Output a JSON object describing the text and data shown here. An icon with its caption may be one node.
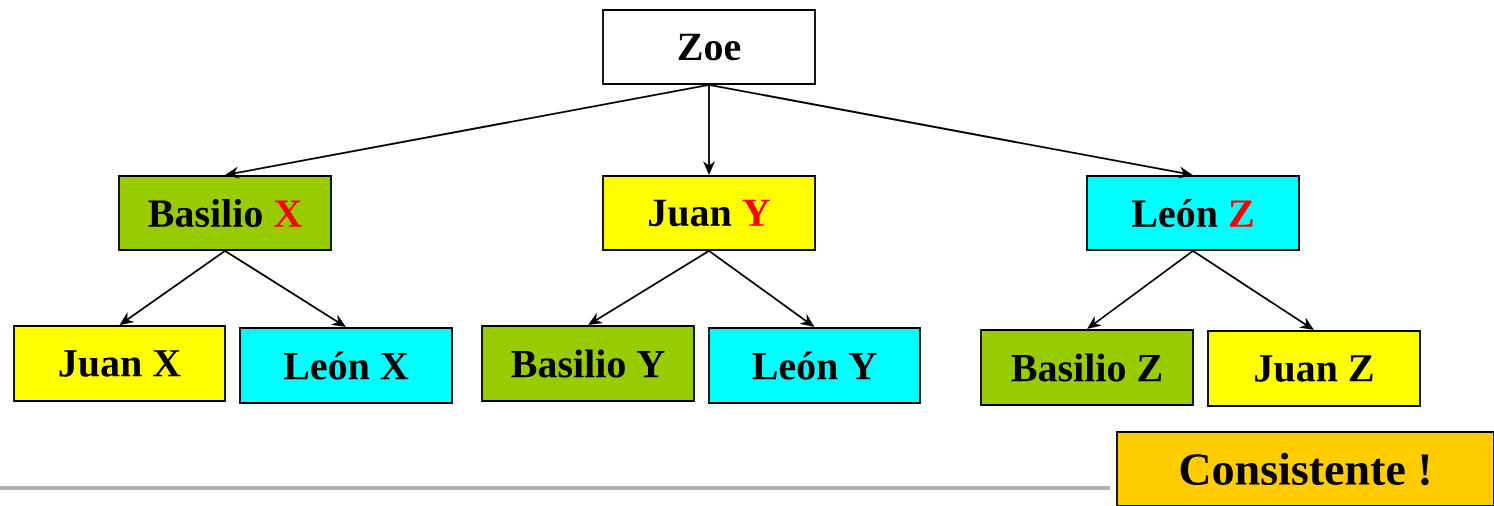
{
  "diagram": {
    "nodes": [
      {
        "text": [
          "Zoe"
        ]
      },
      {
        "text": [
          "Basilio",
          "X"
        ]
      },
      {
        "text": [
          "Juan",
          "Y"
        ]
      },
      {
        "text": [
          "León",
          "Z"
        ]
      },
      {
        "text": [
          "Juan X"
        ]
      },
      {
        "text": [
          "León X"
        ]
      },
      {
        "text": [
          "Basilio Y"
        ]
      },
      {
        "text": [
          "León Y"
        ]
      },
      {
        "text": [
          "Basilio Z"
        ]
      },
      {
        "text": [
          "Juan Z"
        ]
      },
      {
        "text": [
          "Consistente !"
        ]
      }
    ],
    "edges": [
      {
        "from": 0,
        "to": 1,
        "arrow": "to"
      },
      {
        "from": 0,
        "to": 2,
        "arrow": "to"
      },
      {
        "from": 0,
        "to": 3,
        "arrow": "to"
      },
      {
        "from": 1,
        "to": 4,
        "arrow": "to"
      },
      {
        "from": 1,
        "to": 5,
        "arrow": "to"
      },
      {
        "from": 2,
        "to": 6,
        "arrow": "to"
      },
      {
        "from": 2,
        "to": 7,
        "arrow": "to"
      },
      {
        "from": 3,
        "to": 8,
        "arrow": "to"
      },
      {
        "from": 3,
        "to": 9,
        "arrow": "to"
      }
    ]
  }
}
